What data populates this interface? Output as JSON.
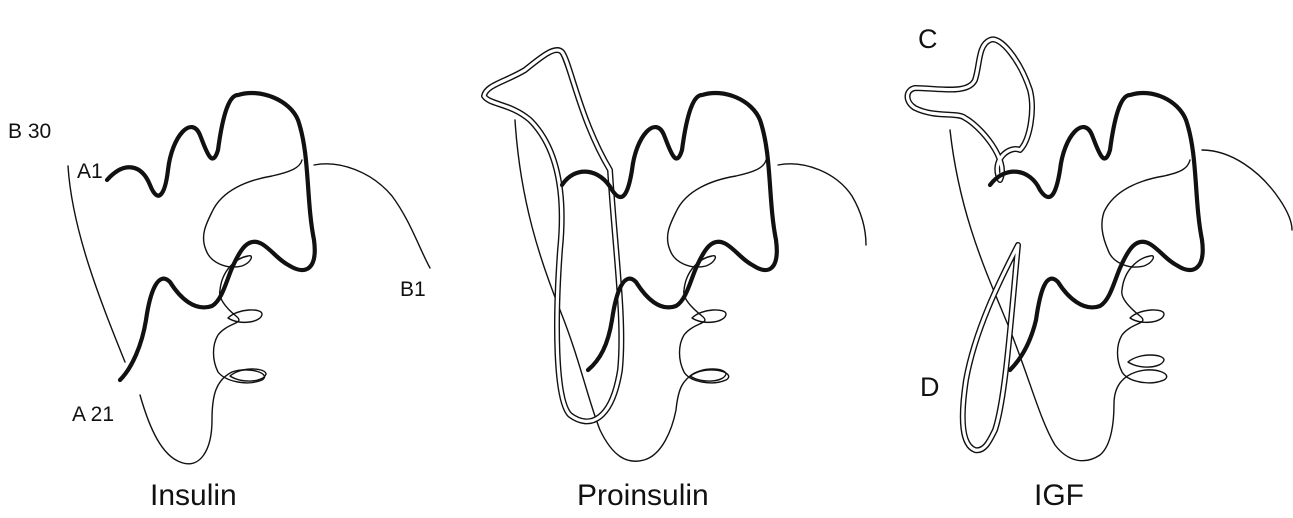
{
  "panels": {
    "insulin": {
      "caption": "Insulin",
      "labels": {
        "b30": "B 30",
        "a1": "A1",
        "b1": "B1",
        "a21": "A 21"
      }
    },
    "proinsulin": {
      "caption": "Proinsulin"
    },
    "igf": {
      "caption": "IGF",
      "labels": {
        "c": "C",
        "d": "D"
      }
    }
  },
  "colors": {
    "line": "#111111",
    "background": "#ffffff"
  }
}
